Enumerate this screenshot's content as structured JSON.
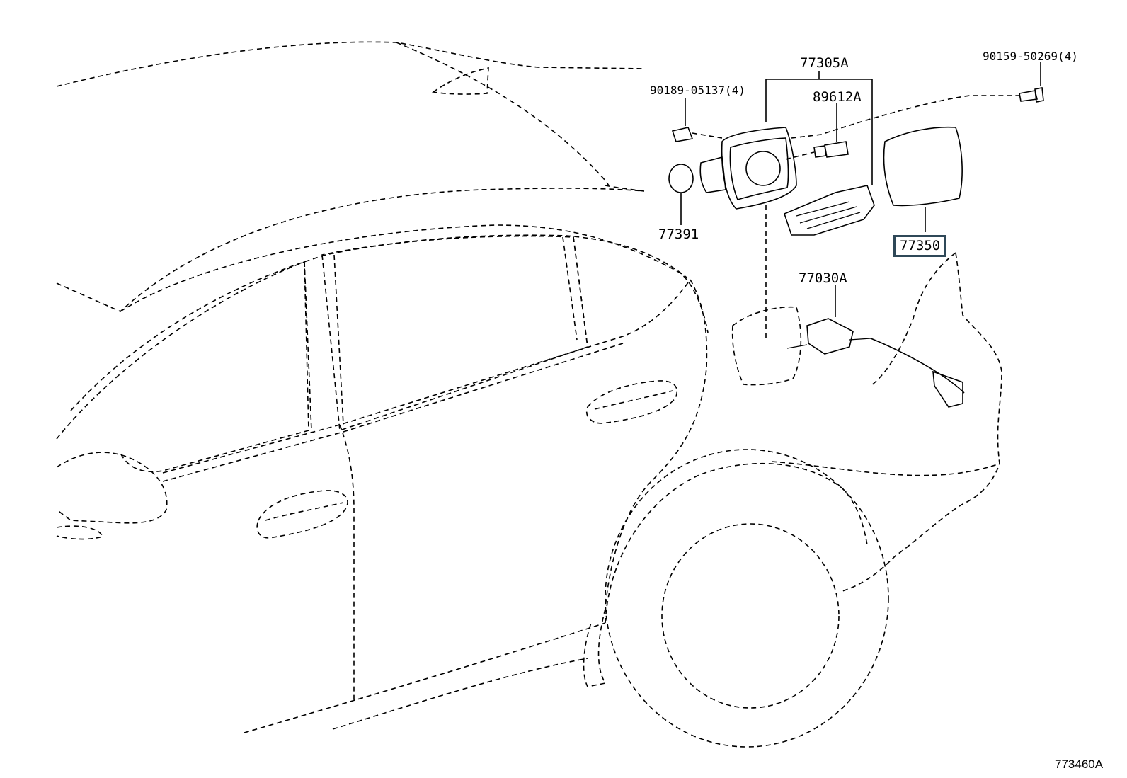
{
  "callouts": {
    "p77305A": "77305A",
    "p89612A": "89612A",
    "p90189": "90189-05137(4)",
    "p90159": "90159-50269(4)",
    "p77391": "77391",
    "p77350": "77350",
    "p77030A": "77030A"
  },
  "highlighted_part": "77350",
  "highlight_color": "#2f4858",
  "figure_ref": "773460A"
}
